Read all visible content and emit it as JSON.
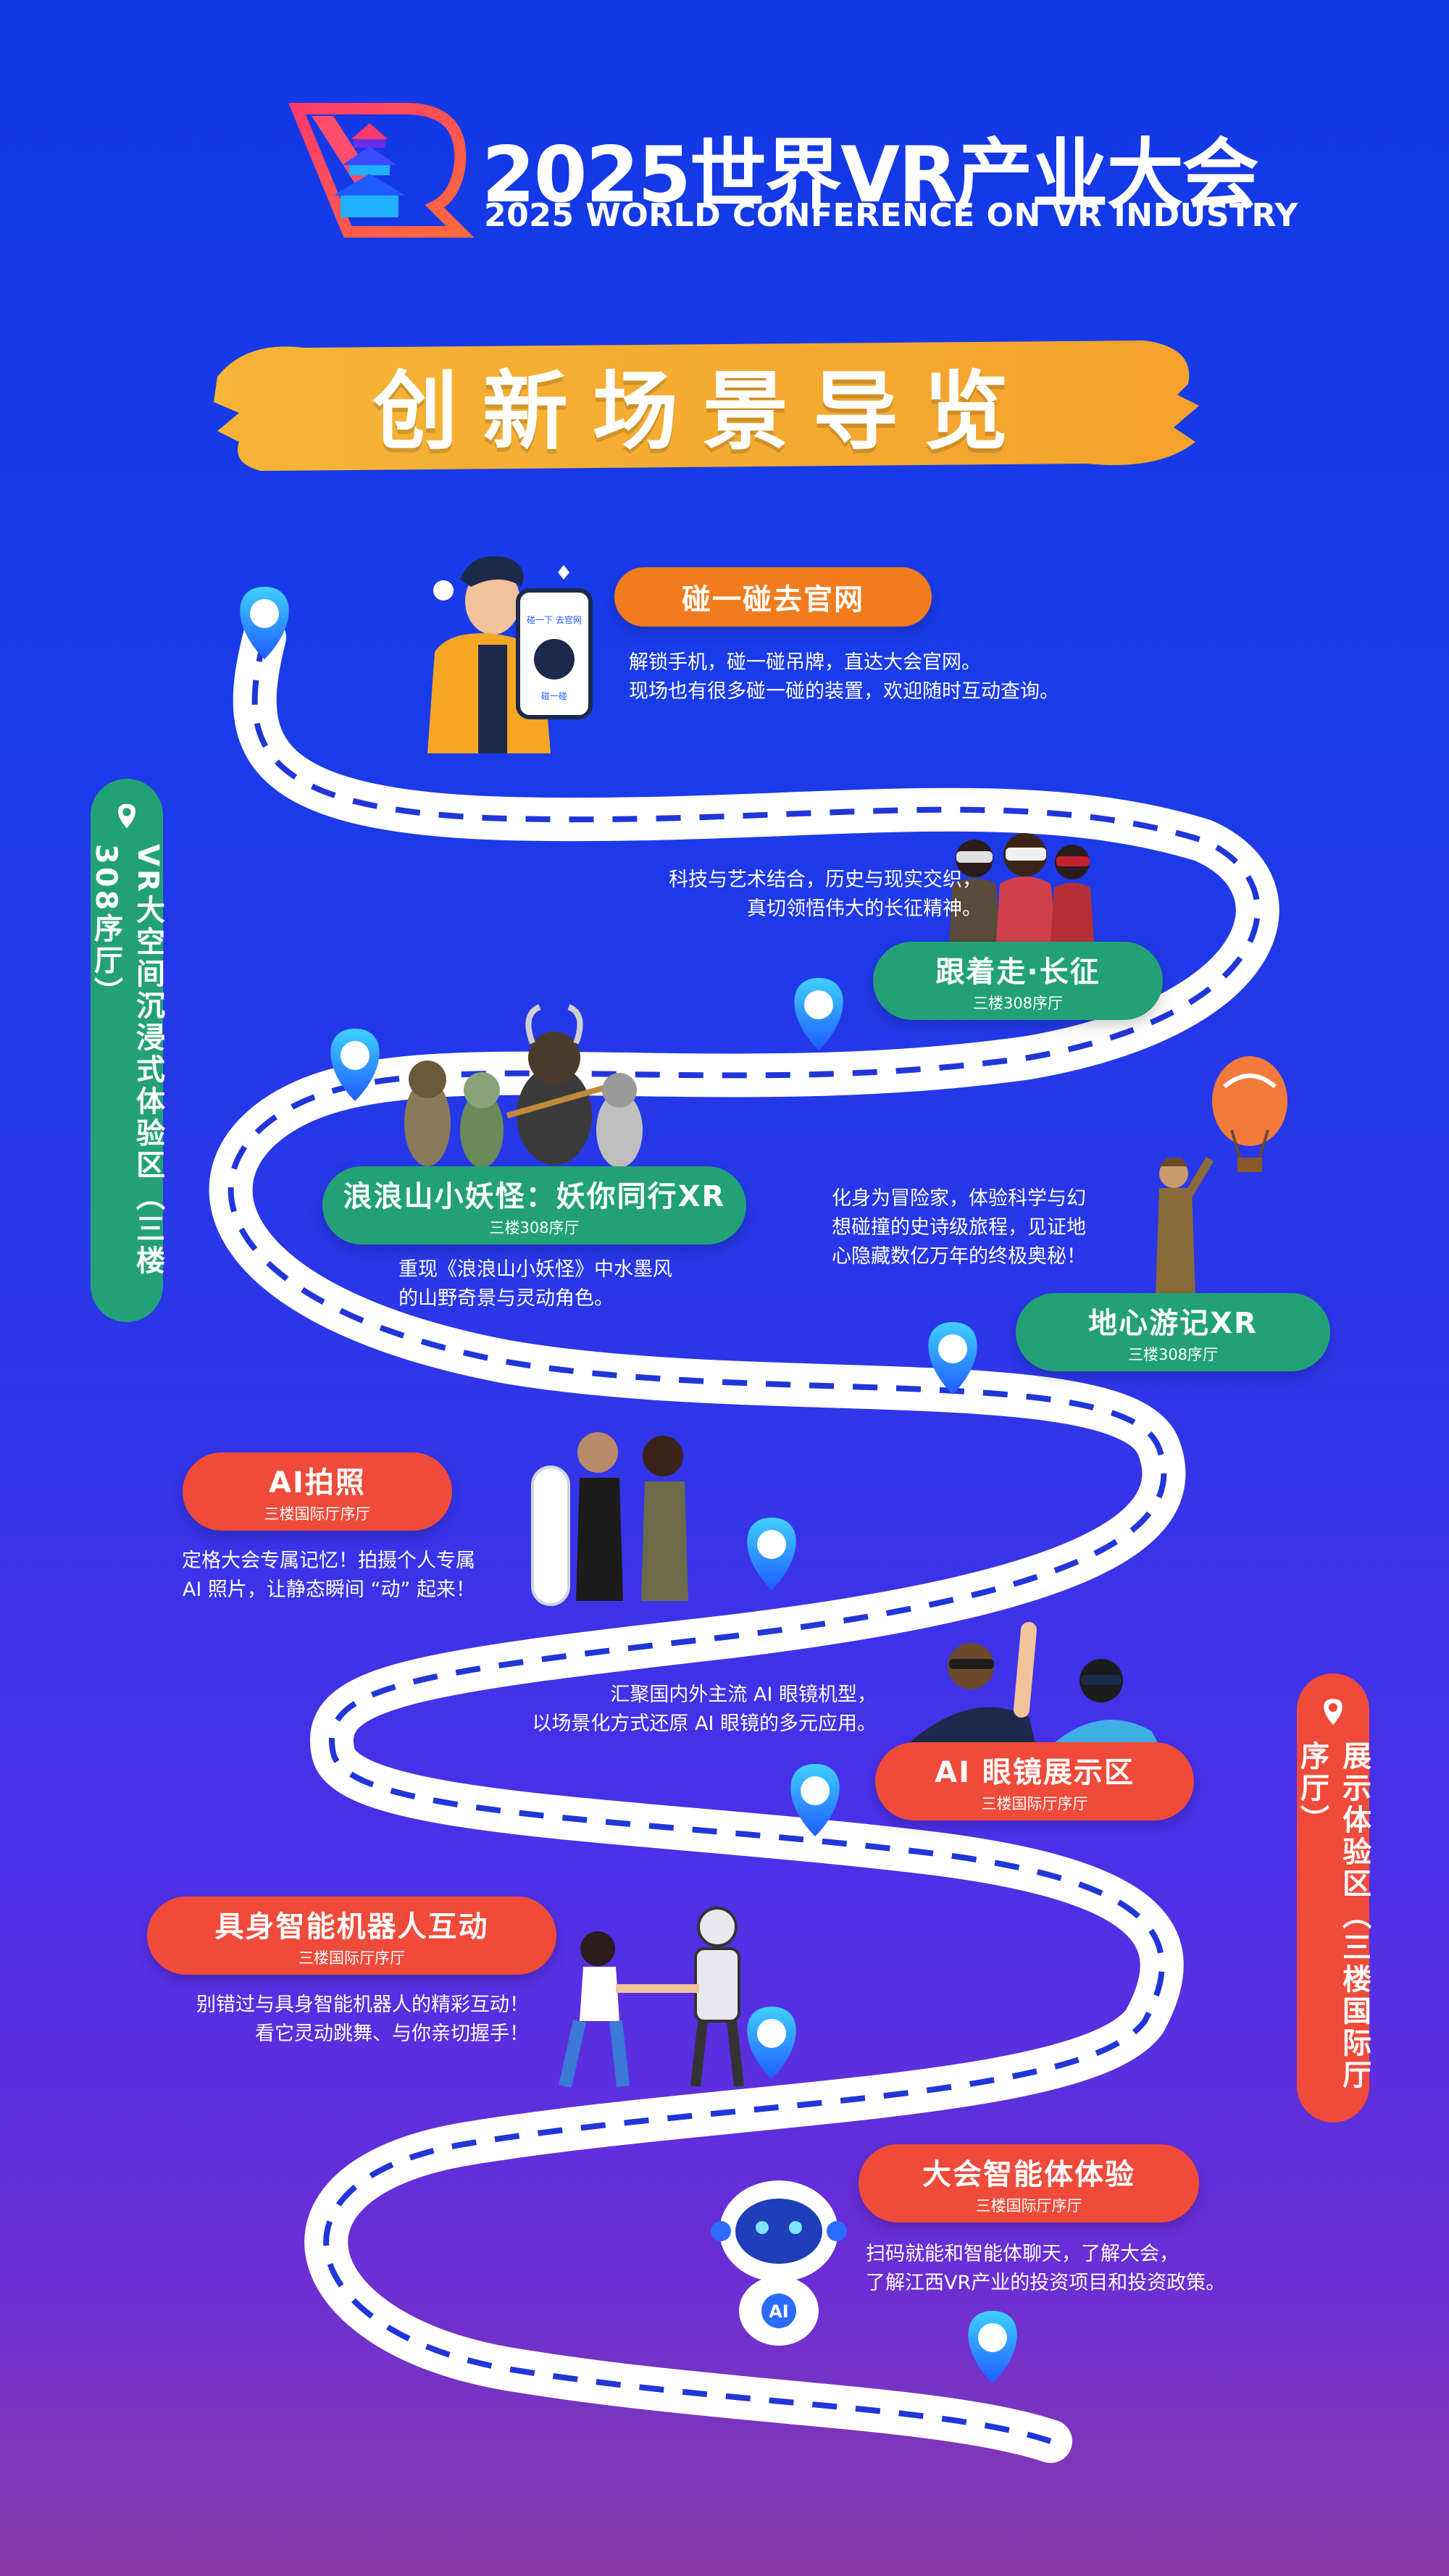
{
  "header": {
    "title": "2025世界VR产业大会",
    "subtitle": "2025 WORLD CONFERENCE ON VR INDUSTRY",
    "banner": "创新场景导览"
  },
  "side_tabs": {
    "left": "VR大空间沉浸式体验区（三楼308序厅）",
    "right": "展示体验区（三楼国际厅序厅）"
  },
  "stops": [
    {
      "id": "touch",
      "title": "碰一碰去官网",
      "sub": "",
      "color": "#f07c1e",
      "desc": [
        "解锁手机，碰一碰吊牌，直达大会官网。",
        "现场也有很多碰一碰的装置，欢迎随时互动查询。"
      ],
      "phone_text_1": "碰一下 去官网",
      "phone_text_2": "碰一碰"
    },
    {
      "id": "longmarch",
      "title": "跟着走·长征",
      "sub": "三楼308序厅",
      "color": "#22a176",
      "desc": [
        "科技与艺术结合，历史与现实交织，",
        "真切领悟伟大的长征精神。"
      ]
    },
    {
      "id": "monster",
      "title": "浪浪山小妖怪：妖你同行XR",
      "sub": "三楼308序厅",
      "color": "#22a176",
      "desc": [
        "重现《浪浪山小妖怪》中水墨风",
        "的山野奇景与灵动角色。"
      ]
    },
    {
      "id": "journey",
      "title": "地心游记XR",
      "sub": "三楼308序厅",
      "color": "#22a176",
      "desc": [
        "化身为冒险家，体验科学与幻",
        "想碰撞的史诗级旅程，见证地",
        "心隐藏数亿万年的终极奥秘！"
      ]
    },
    {
      "id": "aiphoto",
      "title": "AI拍照",
      "sub": "三楼国际厅序厅",
      "color": "#ef4a3a",
      "desc": [
        "定格大会专属记忆！拍摄个人专属",
        "AI 照片，让静态瞬间 “动” 起来！"
      ]
    },
    {
      "id": "glasses",
      "title": "AI 眼镜展示区",
      "sub": "三楼国际厅序厅",
      "color": "#ef4a3a",
      "desc": [
        "汇聚国内外主流 AI 眼镜机型，",
        "以场景化方式还原 AI 眼镜的多元应用。"
      ]
    },
    {
      "id": "robot",
      "title": "具身智能机器人互动",
      "sub": "三楼国际厅序厅",
      "color": "#ef4a3a",
      "desc": [
        "别错过与具身智能机器人的精彩互动！",
        "看它灵动跳舞、与你亲切握手！"
      ]
    },
    {
      "id": "agent",
      "title": "大会智能体体验",
      "sub": "三楼国际厅序厅",
      "color": "#ef4a3a",
      "desc": [
        "扫码就能和智能体聊天，了解大会，",
        "了解江西VR产业的投资项目和投资政策。"
      ],
      "robot_badge": "AI"
    }
  ]
}
